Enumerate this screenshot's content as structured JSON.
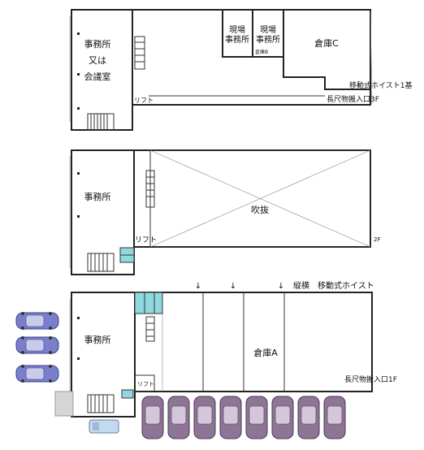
{
  "floor3": {
    "office": "事務所",
    "office_or": "又は",
    "meeting": "会議室",
    "site_office_1a": "現場",
    "site_office_1b": "事務所",
    "site_office_2a": "現場",
    "site_office_2b": "事務所",
    "warehouse_b_small": "倉庫B",
    "warehouse_c": "倉庫C",
    "lift": "リフト",
    "hoist": "移動式ホイスト1基",
    "long_entry": "長尺物搬入口3F"
  },
  "floor2": {
    "office": "事務所",
    "atrium": "吹抜",
    "lift": "リフト",
    "floor_tag": "2F"
  },
  "floor1": {
    "office": "事務所",
    "warehouse_a": "倉庫A",
    "lift": "リフト",
    "arrow1": "↓",
    "arrow2": "↓",
    "arrow3": "↓",
    "hoist_label": "縦横　移動式ホイスト",
    "long_entry": "長尺物搬入口1F"
  },
  "colors": {
    "car_blue": "#7a7fc9",
    "car_purple": "#8e7596",
    "van_lightblue": "#c2d9ef",
    "restroom_cyan": "#8fd8e0"
  }
}
